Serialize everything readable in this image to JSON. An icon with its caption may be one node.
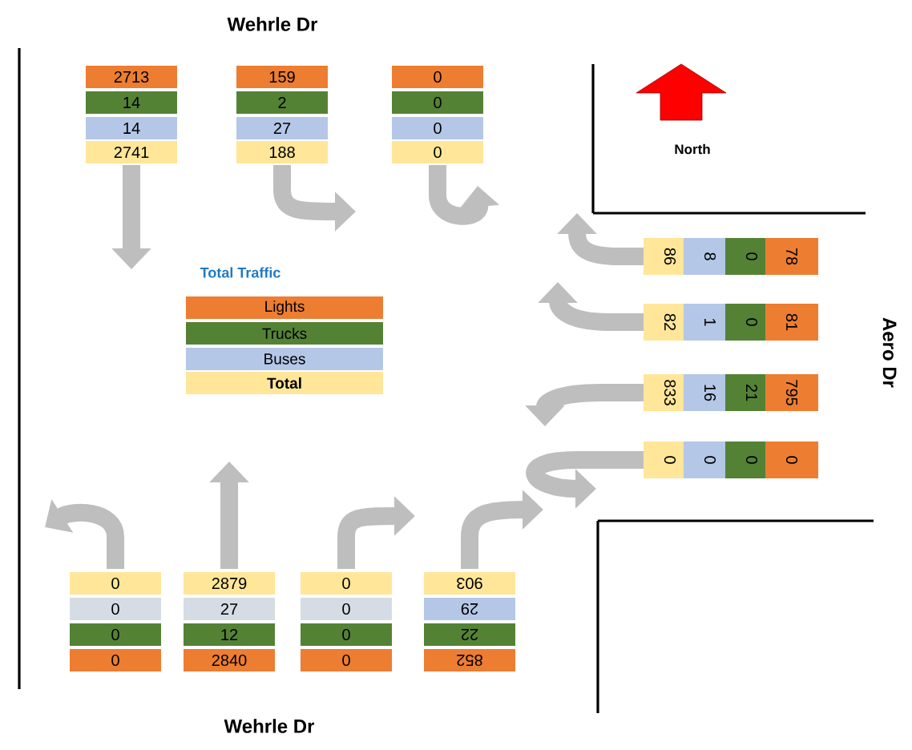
{
  "diagram": {
    "labels": [
      "Wehrle Dr",
      "2713",
      "14",
      "14",
      "2741",
      "159",
      "2",
      "27",
      "188",
      "0",
      "0",
      "0",
      "0",
      "North",
      "Total Traffic",
      "Aero Dr",
      "86",
      "8",
      "0",
      "78",
      "82",
      "1",
      "0",
      "81",
      "833",
      "16",
      "21",
      "795",
      "0",
      "0",
      "0",
      "0",
      "0",
      "0",
      "0",
      "0",
      "2879",
      "27",
      "12",
      "2840",
      "0",
      "0",
      "0",
      "0",
      "903",
      "29",
      "22",
      "852",
      "Wehrle Dr"
    ],
    "legend": [
      {
        "text": "Lights",
        "color": "#ed7d31"
      },
      {
        "text": "Trucks",
        "color": "#548235"
      },
      {
        "text": "Buses",
        "color": "#b4c7e7"
      },
      {
        "text": "Total",
        "color": "#ffe699"
      }
    ]
  }
}
